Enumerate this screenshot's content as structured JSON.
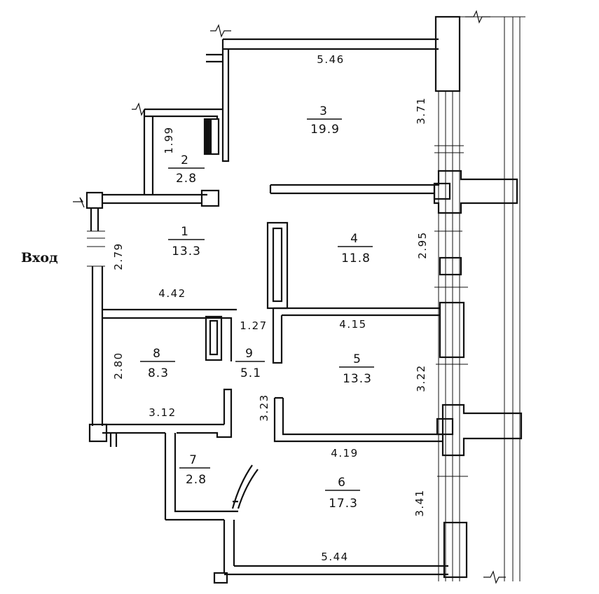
{
  "entrance_label": "Вход",
  "rooms": [
    {
      "id": "room-1",
      "number": "1",
      "area": "13.3"
    },
    {
      "id": "room-2",
      "number": "2",
      "area": "2.8"
    },
    {
      "id": "room-3",
      "number": "3",
      "area": "19.9"
    },
    {
      "id": "room-4",
      "number": "4",
      "area": "11.8"
    },
    {
      "id": "room-5",
      "number": "5",
      "area": "13.3"
    },
    {
      "id": "room-6",
      "number": "6",
      "area": "17.3"
    },
    {
      "id": "room-7",
      "number": "7",
      "area": "2.8"
    },
    {
      "id": "room-8",
      "number": "8",
      "area": "8.3"
    },
    {
      "id": "room-9",
      "number": "9",
      "area": "5.1"
    }
  ],
  "dimensions": {
    "d_5_46": "5.46",
    "d_3_71": "3.71",
    "d_1_99": "1.99",
    "d_2_79": "2.79",
    "d_4_42": "4.42",
    "d_2_95": "2.95",
    "d_1_27": "1.27",
    "d_4_15": "4.15",
    "d_2_80": "2.80",
    "d_3_22": "3.22",
    "d_3_23": "3.23",
    "d_3_12": "3.12",
    "d_4_19": "4.19",
    "d_3_41": "3.41",
    "d_5_44": "5.44"
  }
}
